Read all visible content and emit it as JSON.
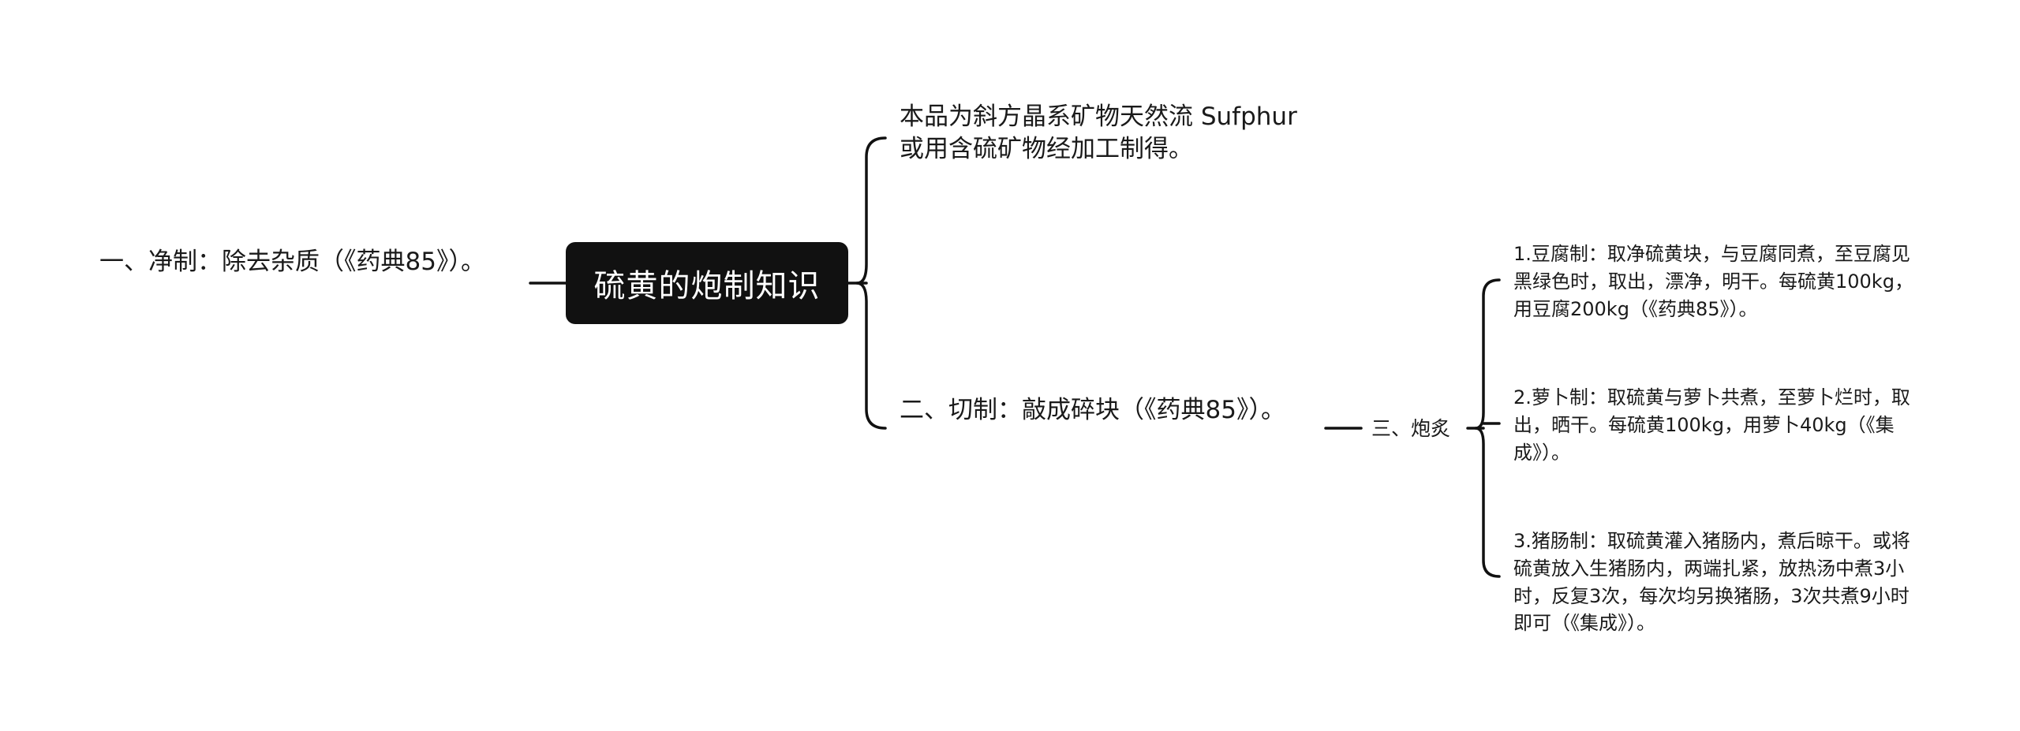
{
  "root": {
    "label": "硫黄的炮制知识"
  },
  "left_branch": {
    "label": "一、净制：除去杂质（《药典85》）。"
  },
  "right_branches": {
    "description": "本品为斜方晶系矿物天然流 Sufphur或用含硫矿物经加工制得。",
    "cutting": "二、切制：敲成碎块（《药典85》）。",
    "processing": {
      "label": "三、炮炙",
      "items": [
        {
          "label": "1.豆腐制：取净硫黄块，与豆腐同煮，至豆腐见黑绿色时，取出，漂净，明干。每硫黄100kg，用豆腐200kg（《药典85》）。"
        },
        {
          "label": "2.萝卜制：取硫黄与萝卜共煮，至萝卜烂时，取出，晒干。每硫黄100kg，用萝卜40kg（《集成》）。"
        },
        {
          "label": "3.猪肠制：取硫黄灌入猪肠内，煮后晾干。或将硫黄放入生猪肠内，两端扎紧，放热汤中煮3小时，反复3次，每次均另换猪肠，3次共煮9小时即可（《集成》）。"
        }
      ]
    }
  },
  "colors": {
    "root_fill": "#111111",
    "root_text": "#ffffff",
    "line": "#111111",
    "text": "#1a1a1a"
  }
}
